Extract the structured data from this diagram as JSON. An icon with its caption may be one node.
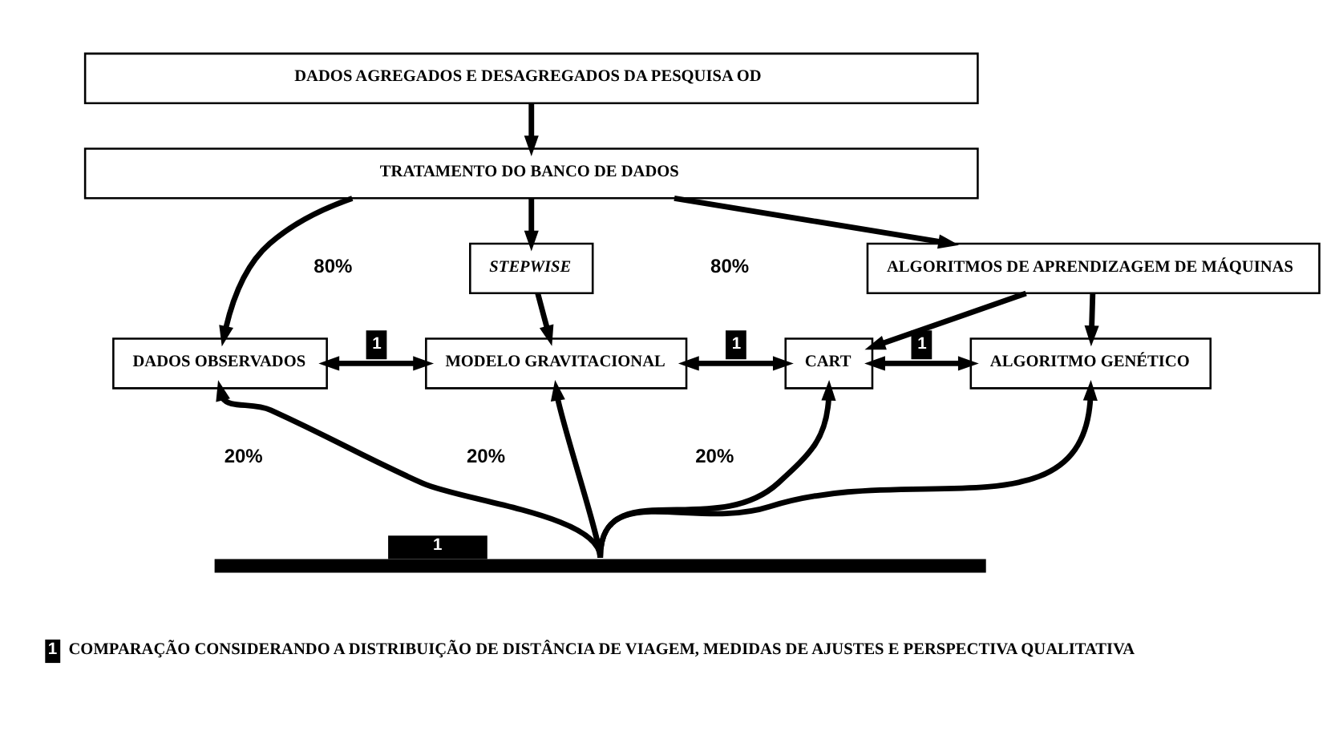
{
  "diagram": {
    "nodes": [
      {
        "text": [
          "DADOS AGREGADOS E DESAGREGADOS DA PESQUISA OD"
        ]
      },
      {
        "text": [
          "TRATAMENTO DO BANCO DE DADOS"
        ]
      },
      {
        "text": [
          "STEPWISE"
        ]
      },
      {
        "text": [
          "ALGORITMOS DE APRENDIZAGEM DE MÁQUINAS"
        ]
      },
      {
        "text": [
          "DADOS OBSERVADOS"
        ]
      },
      {
        "text": [
          "MODELO GRAVITACIONAL"
        ]
      },
      {
        "text": [
          "CART"
        ]
      },
      {
        "text": [
          "ALGORITMO GENÉTICO"
        ]
      },
      {
        "text": [
          "1"
        ]
      }
    ],
    "edges": [
      {
        "from": 0,
        "to": 1,
        "arrow": "to"
      },
      {
        "from": 1,
        "to": 4,
        "arrow": "to"
      },
      {
        "from": 1,
        "to": 2,
        "arrow": "to"
      },
      {
        "from": 1,
        "to": 3,
        "arrow": "to"
      },
      {
        "from": 2,
        "to": 5,
        "arrow": "to"
      },
      {
        "from": 3,
        "to": 6,
        "arrow": "to"
      },
      {
        "from": 3,
        "to": 7,
        "arrow": "to"
      },
      {
        "from": 4,
        "to": 5,
        "arrow": "both",
        "label": "1"
      },
      {
        "from": 5,
        "to": 6,
        "arrow": "both",
        "label": "1"
      },
      {
        "from": 6,
        "to": 7,
        "arrow": "both",
        "label": "1"
      },
      {
        "from": 8,
        "to": 4,
        "arrow": "to"
      },
      {
        "from": 8,
        "to": 5,
        "arrow": "to"
      },
      {
        "from": 8,
        "to": 6,
        "arrow": "to"
      },
      {
        "from": 8,
        "to": 7,
        "arrow": "to"
      }
    ],
    "labels": [
      "80%",
      "80%",
      "20%",
      "20%",
      "20%",
      "1"
    ],
    "legend": [
      {
        "text": "COMPARAÇÃO CONSIDERANDO A DISTRIBUIÇÃO DE DISTÂNCIA DE VIAGEM, MEDIDAS DE AJUSTES E PERSPECTIVA QUALITATIVA",
        "color": "#000000"
      }
    ]
  }
}
